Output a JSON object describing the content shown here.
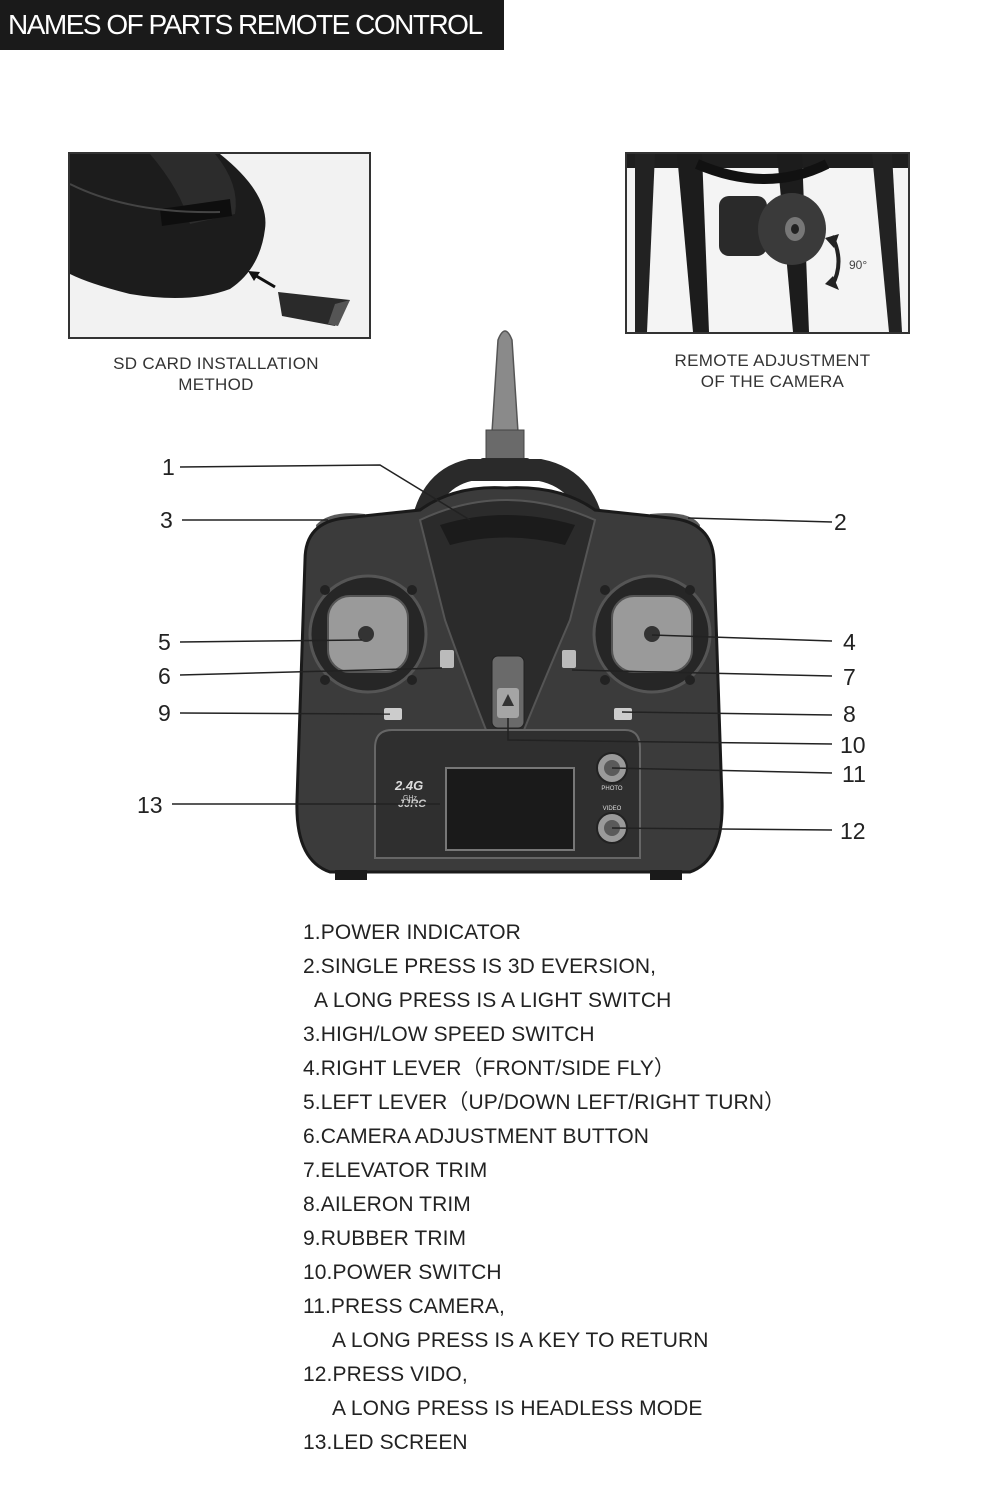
{
  "header": {
    "title": "NAMES OF PARTS REMOTE CONTROL"
  },
  "photos": {
    "sd_card": {
      "caption_line1": "SD CARD INSTALLATION",
      "caption_line2": "METHOD"
    },
    "camera": {
      "caption_line1": "REMOTE ADJUSTMENT",
      "caption_line2": "OF THE CAMERA",
      "angle_label": "90°"
    }
  },
  "remote": {
    "band_label": "2.4G",
    "band_sub": "GHz",
    "brand": "JJRC",
    "photo_button_label": "PHOTO",
    "video_button_label": "VIDEO"
  },
  "callouts": [
    "1",
    "2",
    "3",
    "4",
    "5",
    "6",
    "7",
    "8",
    "9",
    "10",
    "11",
    "12",
    "13"
  ],
  "legend": [
    "1.POWER INDICATOR",
    "2.SINGLE PRESS IS 3D EVERSION,",
    "A LONG PRESS IS A LIGHT SWITCH",
    "3.HIGH/LOW SPEED SWITCH",
    "4.RIGHT LEVER（FRONT/SIDE FLY）",
    "5.LEFT LEVER（UP/DOWN LEFT/RIGHT TURN）",
    "6.CAMERA ADJUSTMENT BUTTON",
    "7.ELEVATOR TRIM",
    "8.AILERON TRIM",
    "9.RUBBER TRIM",
    "10.POWER SWITCH",
    "11.PRESS CAMERA,",
    "A LONG PRESS IS A KEY TO RETURN",
    "12.PRESS VIDO,",
    "A LONG PRESS IS HEADLESS MODE",
    "13.LED SCREEN"
  ]
}
